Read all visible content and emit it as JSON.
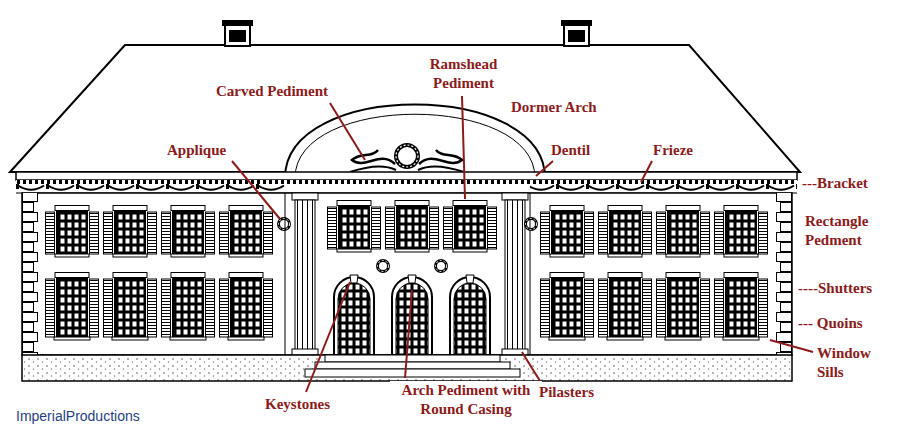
{
  "diagram": {
    "labels": [
      "Carved Pediment",
      "Ramshead Pediment",
      "Dormer Arch",
      "Applique",
      "Dentil",
      "Frieze",
      "---Bracket",
      "Rectangle Pedment",
      "----Shutters",
      "--- Quoins",
      "Window Sills",
      "Keystones",
      "Arch Pediment with Round Casing",
      "Pilasters",
      "ImperialProductions"
    ]
  }
}
